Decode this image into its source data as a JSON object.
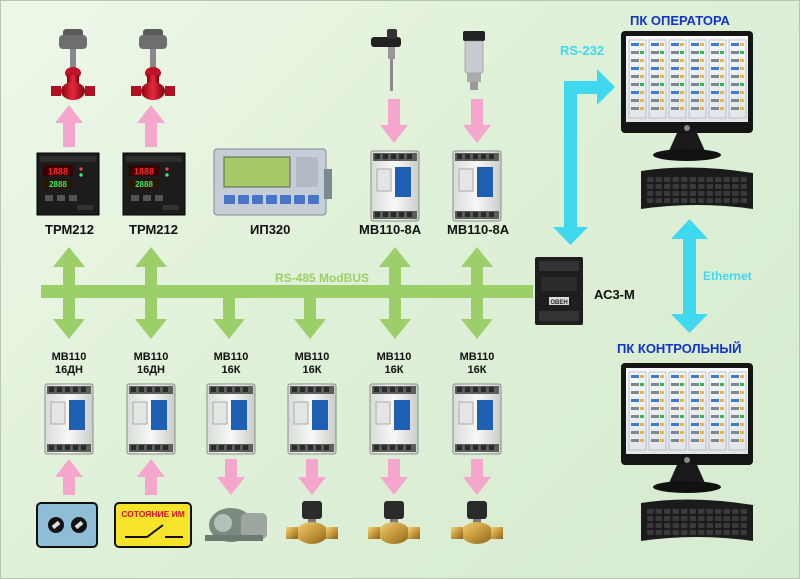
{
  "bus": {
    "label": "RS-485 ModBUS"
  },
  "top_devices": [
    {
      "id": "trm212-1",
      "label": "ТРМ212",
      "display1": "1888",
      "display2": "2888",
      "brand": "ТРМ212"
    },
    {
      "id": "trm212-2",
      "label": "ТРМ212",
      "display1": "1888",
      "display2": "2888",
      "brand": "ТРМ212"
    },
    {
      "id": "ip320",
      "label": "ИП320"
    },
    {
      "id": "mv110-8a-1",
      "label": "МВ110-8А"
    },
    {
      "id": "mv110-8a-2",
      "label": "МВ110-8А"
    }
  ],
  "bottom_modules": [
    {
      "line1": "МВ110",
      "line2": "16ДН"
    },
    {
      "line1": "МВ110",
      "line2": "16ДН"
    },
    {
      "line1": "МВ110",
      "line2": "16К"
    },
    {
      "line1": "МВ110",
      "line2": "16К"
    },
    {
      "line1": "МВ110",
      "line2": "16К"
    },
    {
      "line1": "МВ110",
      "line2": "16К"
    }
  ],
  "status_panel": {
    "text": "СОТОЯНИЕ ИМ"
  },
  "converter": {
    "label": "АС3-М",
    "brand": "ОВЕН"
  },
  "links": {
    "rs232": "RS-232",
    "ethernet": "Ethernet"
  },
  "pcs": [
    {
      "id": "operator",
      "title": "ПК ОПЕРАТОРА"
    },
    {
      "id": "control",
      "title": "ПК КОНТРОЛЬНЫЙ"
    }
  ],
  "colors": {
    "bus": "#9ccf6a",
    "arrow_pink": "#f4a6cc",
    "arrow_cyan": "#3fd8ef",
    "title_blue": "#1133cc"
  }
}
